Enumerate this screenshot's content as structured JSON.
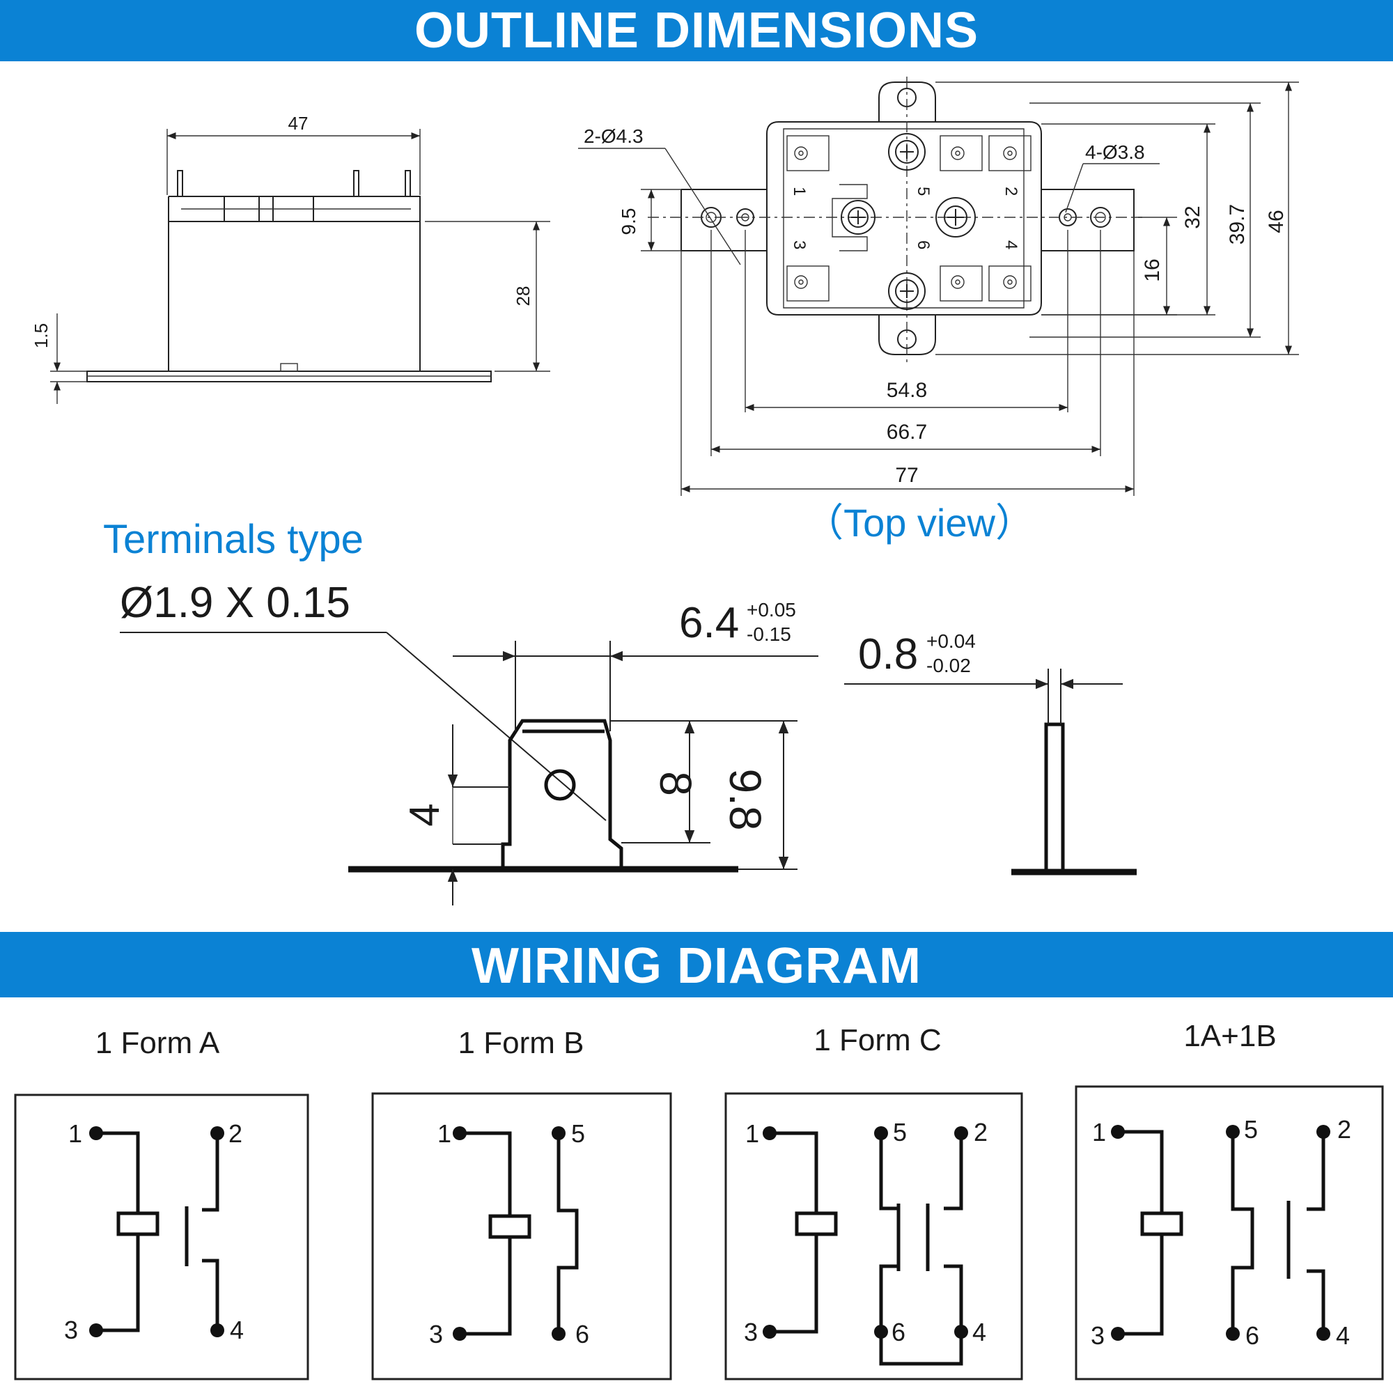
{
  "banners": {
    "outline": "OUTLINE DIMENSIONS",
    "wiring": "WIRING DIAGRAM"
  },
  "side_view": {
    "width": "47",
    "height": "28",
    "base": "1.5"
  },
  "top_view": {
    "caption": "（Top view）",
    "hole_large": "2-Ø4.3",
    "hole_small": "4-Ø3.8",
    "dim_9_5": "9.5",
    "dim_16": "16",
    "dim_32": "32",
    "dim_39_7": "39.7",
    "dim_46": "46",
    "dim_54_8": "54.8",
    "dim_66_7": "66.7",
    "dim_77": "77",
    "terminal_labels": [
      "1",
      "2",
      "3",
      "4",
      "5",
      "6"
    ]
  },
  "terminals": {
    "title": "Terminals type",
    "hole": "Ø1.9 X 0.15",
    "width_main": "6.4",
    "width_tol_plus": "+0.05",
    "width_tol_minus": "-0.15",
    "thick_main": "0.8",
    "thick_tol_plus": "+0.04",
    "thick_tol_minus": "-0.02",
    "dim_4": "4",
    "dim_8": "8",
    "dim_9_8": "9.8"
  },
  "wiring": {
    "forms": [
      {
        "title": "1 Form A",
        "pins": [
          "1",
          "2",
          "3",
          "4"
        ]
      },
      {
        "title": "1 Form B",
        "pins": [
          "1",
          "5",
          "3",
          "6"
        ]
      },
      {
        "title": "1 Form C",
        "pins": [
          "1",
          "5",
          "2",
          "3",
          "6",
          "4"
        ]
      },
      {
        "title": "1A+1B",
        "pins": [
          "1",
          "5",
          "2",
          "3",
          "6",
          "4"
        ]
      }
    ]
  },
  "colors": {
    "banner": "#0b82d4",
    "accent_text": "#0b82d4",
    "line": "#111111"
  }
}
